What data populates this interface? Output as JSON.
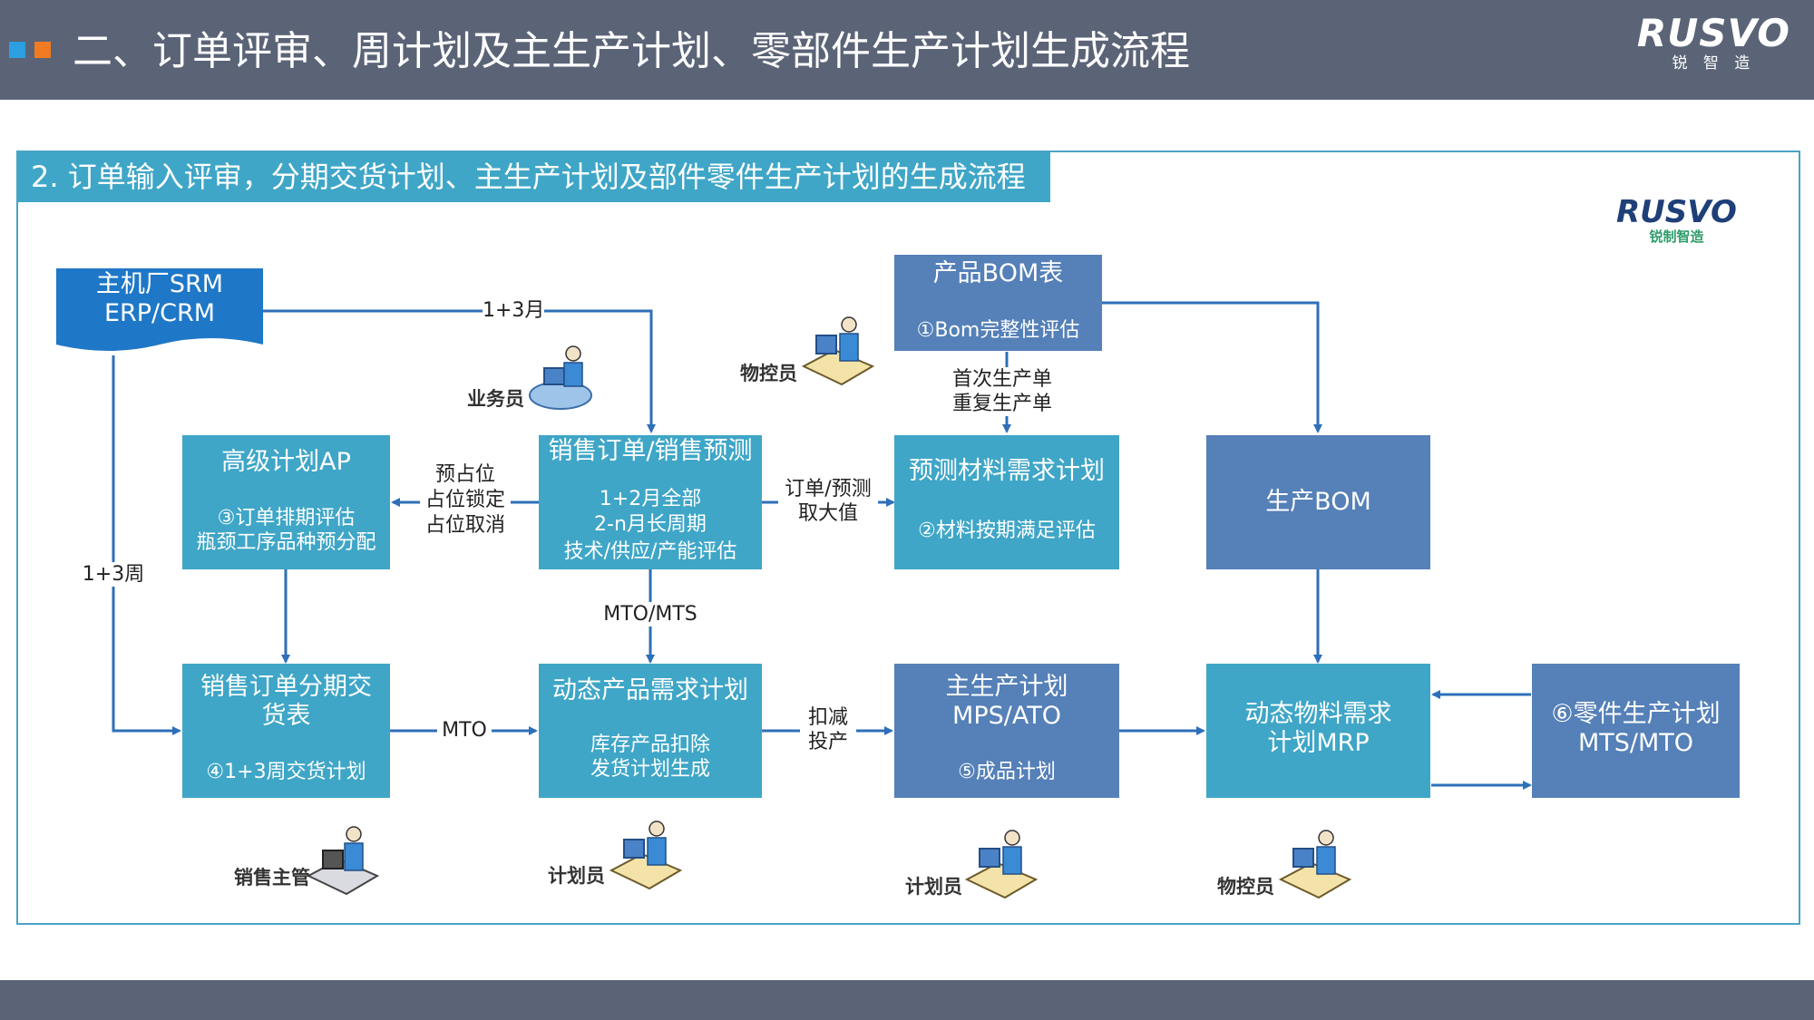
{
  "page_title": "二、订单评审、周计划及主生产计划、零部件生产计划生成流程",
  "logo": {
    "word": "RUSVO",
    "sub_top": "锐 智 造",
    "sub_inner": "锐制智造"
  },
  "section_title": "2. 订单输入评审，分期交货计划、主生产计划及部件零件生产计划的生成流程",
  "colors": {
    "bar": "#5b6477",
    "teal": "#3fa6c7",
    "slate": "#5580b8",
    "arrow": "#2e6fb8"
  },
  "nodes": {
    "srm": {
      "title": "主机厂SRM",
      "title2": "ERP/CRM"
    },
    "ap": {
      "title": "高级计划AP",
      "sub": "③订单排期评估",
      "sub2": "瓶颈工序品种预分配"
    },
    "sales_order": {
      "title": "销售订单/销售预测",
      "sub": "1+2月全部",
      "sub2": "2-n月长周期",
      "sub3": "技术/供应/产能评估"
    },
    "bom_product": {
      "title": "产品BOM表",
      "sub": "①Bom完整性评估"
    },
    "forecast_material": {
      "title": "预测材料需求计划",
      "sub": "②材料按期满足评估"
    },
    "prod_bom": {
      "title": "生产BOM"
    },
    "delivery": {
      "title": "销售订单分期交",
      "title2": "货表",
      "sub": "④1+3周交货计划"
    },
    "dynamic_demand": {
      "title": "动态产品需求计划",
      "sub": "库存产品扣除",
      "sub2": "发货计划生成"
    },
    "mps": {
      "title": "主生产计划",
      "title2": "MPS/ATO",
      "sub": "⑤成品计划"
    },
    "mrp": {
      "title": "动态物料需求",
      "title2": "计划MRP"
    },
    "parts": {
      "title": "⑥零件生产计划",
      "title2": "MTS/MTO"
    }
  },
  "edge_labels": {
    "one_plus_three_month": "1+3月",
    "one_plus_three_week": "1+3周",
    "reserve1": "预占位",
    "reserve2": "占位锁定",
    "reserve3": "占位取消",
    "order_forecast1": "订单/预测",
    "order_forecast2": "取大值",
    "first_order": "首次生产单",
    "repeat_order": "重复生产单",
    "mto_mts": "MTO/MTS",
    "mto": "MTO",
    "deduct1": "扣减",
    "deduct2": "投产"
  },
  "roles": {
    "salesman": "业务员",
    "material_controller_top": "物控员",
    "sales_manager": "销售主管",
    "planner_1": "计划员",
    "planner_2": "计划员",
    "material_controller_bottom": "物控员"
  }
}
